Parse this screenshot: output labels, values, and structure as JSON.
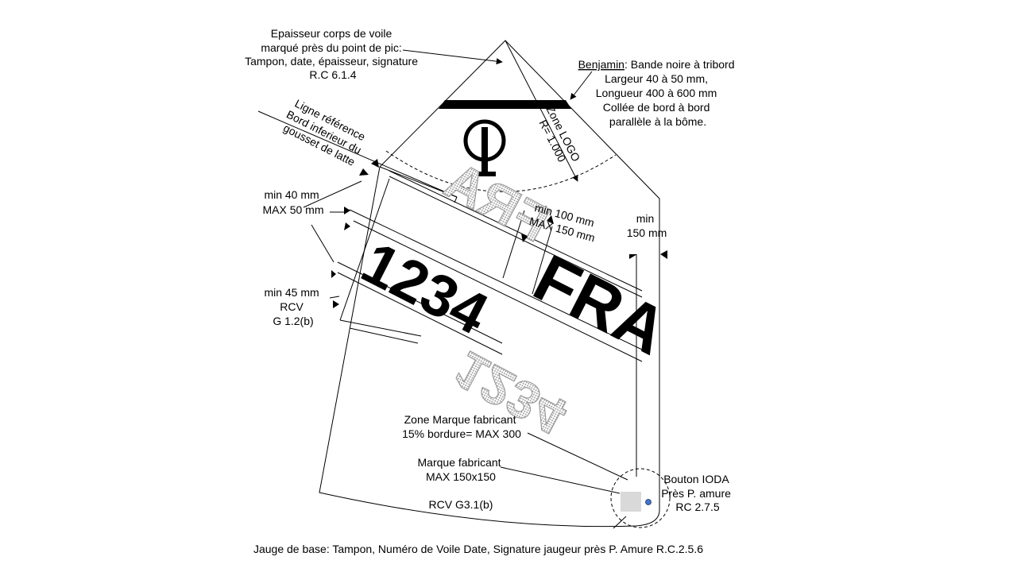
{
  "annotations": {
    "epaisseur": [
      "Epaisseur corps de voile",
      "marqué près du point de pic:",
      "Tampon, date, épaisseur, signature",
      "R.C 6.1.4"
    ],
    "benjamin_title": "Benjamin",
    "benjamin_rest": ": Bande noire à tribord",
    "benjamin_lines": [
      "Largeur 40 à 50 mm,",
      "Longueur 400 à 600 mm",
      "Collée de bord à bord",
      "parallèle  à la bôme."
    ],
    "ligne_reference": [
      "Ligne référence",
      "Bord inferieur du",
      "gousset de latte"
    ],
    "zone_logo": [
      "Zone LOGO",
      "R= 1.000"
    ],
    "min40": [
      "min 40 mm",
      "MAX  50 mm"
    ],
    "min100": [
      "min 100 mm",
      "MAX  150 mm"
    ],
    "min150": [
      "min",
      "150 mm"
    ],
    "min45": [
      "min 45 mm",
      "RCV",
      "G 1.2(b)"
    ],
    "zone_marque": [
      "Zone Marque fabricant",
      "15% bordure= MAX  300"
    ],
    "marque": [
      "Marque fabricant",
      "MAX  150x150"
    ],
    "bouton": [
      "Bouton IODA",
      "Près P. amure",
      "RC 2.7.5"
    ],
    "rcv_g31": "RCV G3.1(b)",
    "jauge": "Jauge de base: Tampon, Numéro de Voile Date, Signature jaugeur près P. Amure R.C.2.5.6"
  },
  "sail_marks": {
    "country": "FRA",
    "number": "1234",
    "country_mirror": "FRA",
    "number_mirror": "1234"
  },
  "colors": {
    "line": "#000000",
    "mirror_text": "#9a9a9a",
    "maker_box": "#d9d9d9",
    "ioda_button": "#4472c4"
  }
}
